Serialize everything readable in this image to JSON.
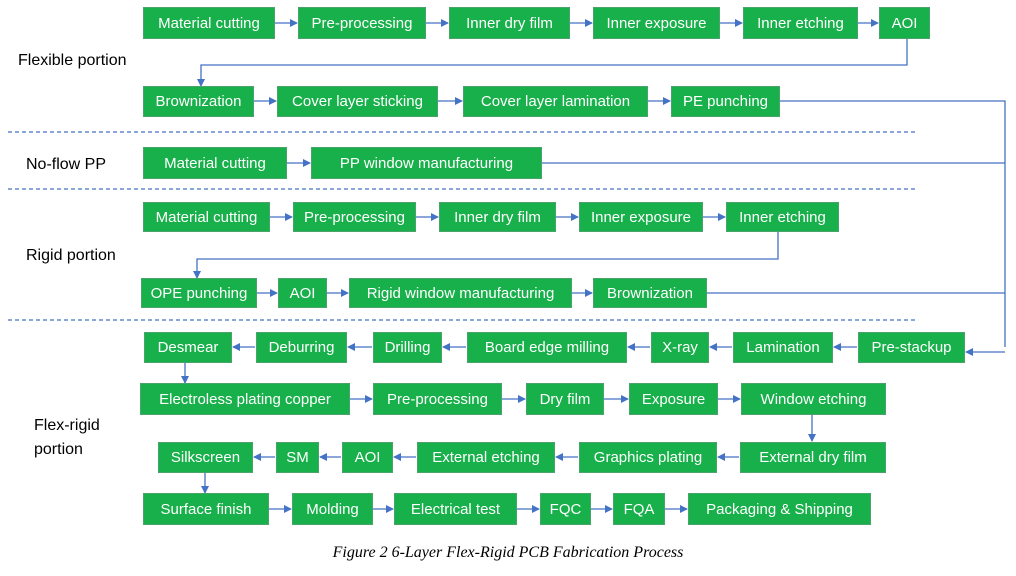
{
  "sections": {
    "flexible": "Flexible portion",
    "noflow": "No-flow PP",
    "rigid": "Rigid portion",
    "flexrigid_1": "Flex-rigid",
    "flexrigid_2": "portion"
  },
  "flexible": {
    "row1": [
      "Material cutting",
      "Pre-processing",
      "Inner dry film",
      "Inner exposure",
      "Inner etching",
      "AOI"
    ],
    "row2": [
      "Brownization",
      "Cover layer sticking",
      "Cover layer lamination",
      "PE punching"
    ]
  },
  "noflow": {
    "row1": [
      "Material cutting",
      "PP window manufacturing"
    ]
  },
  "rigid": {
    "row1": [
      "Material cutting",
      "Pre-processing",
      "Inner dry film",
      "Inner exposure",
      "Inner etching"
    ],
    "row2": [
      "OPE punching",
      "AOI",
      "Rigid window manufacturing",
      "Brownization"
    ]
  },
  "flexrigid": {
    "row1": [
      "Desmear",
      "Deburring",
      "Drilling",
      "Board edge milling",
      "X-ray",
      "Lamination",
      "Pre-stackup"
    ],
    "row2": [
      "Electroless plating copper",
      "Pre-processing",
      "Dry film",
      "Exposure",
      "Window etching"
    ],
    "row3": [
      "Silkscreen",
      "SM",
      "AOI",
      "External etching",
      "Graphics plating",
      "External dry film"
    ],
    "row4": [
      "Surface finish",
      "Molding",
      "Electrical test",
      "FQC",
      "FQA",
      "Packaging  & Shipping"
    ]
  },
  "caption": "Figure 2 6-Layer Flex-Rigid PCB Fabrication Process",
  "colors": {
    "box_fill": "#18b04a",
    "box_text": "#ffffff",
    "connector": "#4472c4",
    "divider": "#4472c4"
  }
}
